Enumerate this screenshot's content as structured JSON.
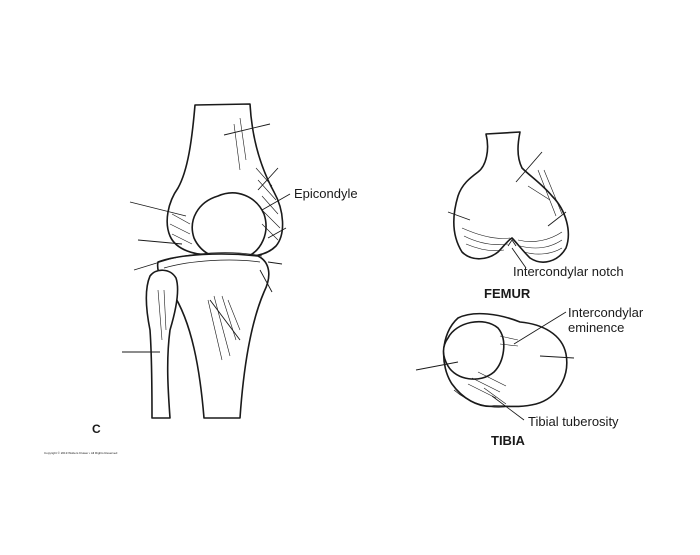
{
  "figure": {
    "panel_letter": "C",
    "copyright": "Copyright © 2019 Wolters Kluwer • All Rights Reserved"
  },
  "labels": {
    "epicondyle": "Epicondyle",
    "intercondylar_notch": "Intercondylar notch",
    "intercondylar_eminence_line1": "Intercondylar",
    "intercondylar_eminence_line2": "eminence",
    "tibial_tuberosity": "Tibial tuberosity"
  },
  "titles": {
    "femur": "FEMUR",
    "tibia": "TIBIA"
  }
}
